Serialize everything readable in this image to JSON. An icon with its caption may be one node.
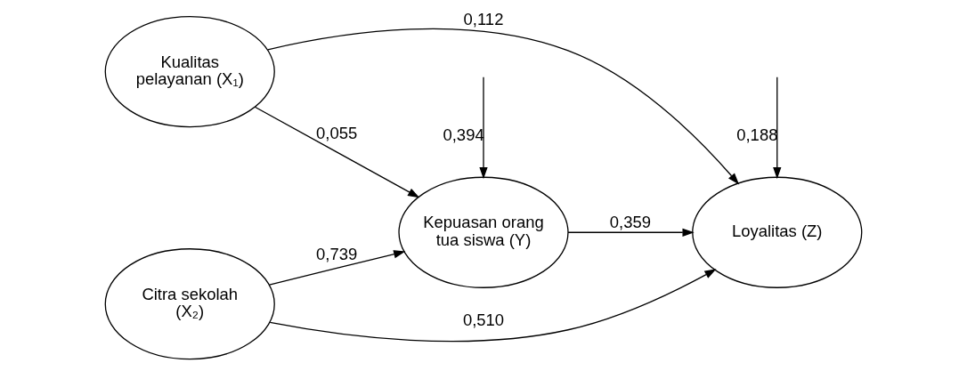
{
  "diagram": {
    "nodes": [
      {
        "text": [
          "Kualitas pelayanan (X₁)"
        ]
      },
      {
        "text": [
          "Citra sekolah (X₂)"
        ]
      },
      {
        "text": [
          "Kepuasan orang tua siswa (Y)"
        ]
      },
      {
        "text": [
          "Loyalitas (Z)"
        ]
      }
    ],
    "edges": [
      {
        "from": 0,
        "to": 3,
        "arrow": "to",
        "label": "0,112"
      },
      {
        "from": 0,
        "to": 2,
        "arrow": "to",
        "label": "0,055"
      },
      {
        "from": 1,
        "to": 2,
        "arrow": "to",
        "label": "0,739"
      },
      {
        "from": 1,
        "to": 3,
        "arrow": "to",
        "label": "0,510"
      },
      {
        "from": 2,
        "to": 3,
        "arrow": "to",
        "label": "0,359"
      },
      {
        "from": null,
        "to": 2,
        "arrow": "to",
        "label": "0,394"
      },
      {
        "from": null,
        "to": 3,
        "arrow": "to",
        "label": "0,188"
      }
    ]
  }
}
